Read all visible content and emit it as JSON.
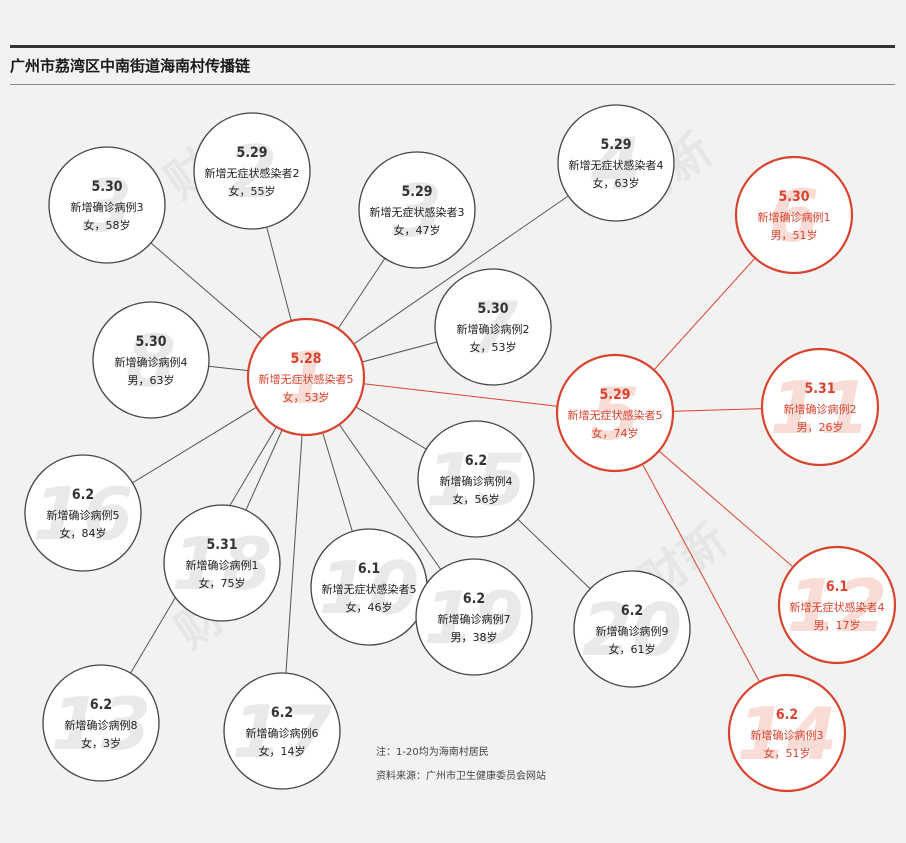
{
  "title": "广州市荔湾区中南街道海南村传播链",
  "notes": {
    "note": "注：1-20均为海南村居民",
    "source": "资料来源：广州市卫生健康委员会网站"
  },
  "colors": {
    "red": "#d9432f",
    "gray": "#444444"
  },
  "nodes": [
    {
      "id": "n1",
      "num": "1",
      "date": "5.28",
      "label": "新增无症状感染者5",
      "info": "女，53岁",
      "red": true
    },
    {
      "id": "n2",
      "num": "2",
      "date": "5.29",
      "label": "新增无症状感染者2",
      "info": "女，55岁",
      "red": false
    },
    {
      "id": "n3",
      "num": "3",
      "date": "5.30",
      "label": "新增确诊病例3",
      "info": "女，58岁",
      "red": false
    },
    {
      "id": "n4",
      "num": "3",
      "date": "5.29",
      "label": "新增无症状感染者3",
      "info": "女，47岁",
      "red": false
    },
    {
      "id": "n5",
      "num": "4",
      "date": "5.29",
      "label": "新增无症状感染者4",
      "info": "女，63岁",
      "red": false
    },
    {
      "id": "n6",
      "num": "6",
      "date": "5.30",
      "label": "新增确诊病例1",
      "info": "男，51岁",
      "red": true
    },
    {
      "id": "n7",
      "num": "7",
      "date": "5.30",
      "label": "新增确诊病例2",
      "info": "女，53岁",
      "red": false
    },
    {
      "id": "n8",
      "num": "8",
      "date": "5.30",
      "label": "新增确诊病例4",
      "info": "男，63岁",
      "red": false
    },
    {
      "id": "n9",
      "num": "5",
      "date": "5.29",
      "label": "新增无症状感染者5",
      "info": "女，74岁",
      "red": true
    },
    {
      "id": "n10",
      "num": "11",
      "date": "5.31",
      "label": "新增确诊病例2",
      "info": "男，26岁",
      "red": true
    },
    {
      "id": "n11",
      "num": "16",
      "date": "6.2",
      "label": "新增确诊病例5",
      "info": "女，84岁",
      "red": false
    },
    {
      "id": "n12",
      "num": "15",
      "date": "6.2",
      "label": "新增确诊病例4",
      "info": "女，56岁",
      "red": false
    },
    {
      "id": "n13",
      "num": "18",
      "date": "5.31",
      "label": "新增确诊病例1",
      "info": "女，75岁",
      "red": false
    },
    {
      "id": "n14",
      "num": "10",
      "date": "6.1",
      "label": "新增无症状感染者5",
      "info": "女，46岁",
      "red": false
    },
    {
      "id": "n15",
      "num": "19",
      "date": "6.2",
      "label": "新增确诊病例7",
      "info": "男，38岁",
      "red": false
    },
    {
      "id": "n16",
      "num": "20",
      "date": "6.2",
      "label": "新增确诊病例9",
      "info": "女，61岁",
      "red": false
    },
    {
      "id": "n17",
      "num": "12",
      "date": "6.1",
      "label": "新增无症状感染者4",
      "info": "男，17岁",
      "red": true
    },
    {
      "id": "n18",
      "num": "13",
      "date": "6.2",
      "label": "新增确诊病例8",
      "info": "女，3岁",
      "red": false
    },
    {
      "id": "n19",
      "num": "17",
      "date": "6.2",
      "label": "新增确诊病例6",
      "info": "女，14岁",
      "red": false
    },
    {
      "id": "n20",
      "num": "14",
      "date": "6.2",
      "label": "新增确诊病例3",
      "info": "女，51岁",
      "red": true
    }
  ],
  "edges": [
    {
      "from": "n1",
      "to": "n2"
    },
    {
      "from": "n1",
      "to": "n3"
    },
    {
      "from": "n1",
      "to": "n4"
    },
    {
      "from": "n1",
      "to": "n5"
    },
    {
      "from": "n1",
      "to": "n7"
    },
    {
      "from": "n1",
      "to": "n8"
    },
    {
      "from": "n1",
      "to": "n11"
    },
    {
      "from": "n1",
      "to": "n12"
    },
    {
      "from": "n1",
      "to": "n13"
    },
    {
      "from": "n1",
      "to": "n14"
    },
    {
      "from": "n1",
      "to": "n15"
    },
    {
      "from": "n1",
      "to": "n18"
    },
    {
      "from": "n1",
      "to": "n19"
    },
    {
      "from": "n1",
      "to": "n9",
      "red": true
    },
    {
      "from": "n9",
      "to": "n6",
      "red": true
    },
    {
      "from": "n9",
      "to": "n10",
      "red": true
    },
    {
      "from": "n9",
      "to": "n17",
      "red": true
    },
    {
      "from": "n9",
      "to": "n20",
      "red": true
    },
    {
      "from": "n12",
      "to": "n16"
    }
  ]
}
